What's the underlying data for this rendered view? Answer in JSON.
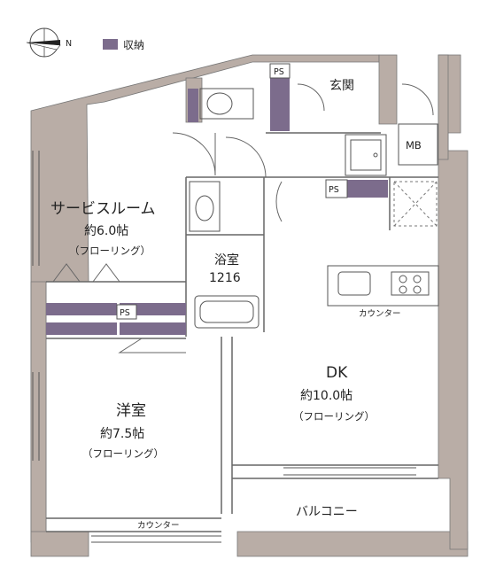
{
  "legend": {
    "storage_label": "収納",
    "storage_color": "#7c6c8c"
  },
  "compass": {
    "north_label": "N"
  },
  "colors": {
    "wall": "#b9ada6",
    "storage": "#7c6c8c",
    "line": "#555555"
  },
  "rooms": {
    "service_room": {
      "name": "サービスルーム",
      "area": "約6.0帖",
      "floor": "（フローリング）"
    },
    "western_room": {
      "name": "洋室",
      "area": "約7.5帖",
      "floor": "（フローリング）"
    },
    "dk": {
      "name": "DK",
      "area": "約10.0帖",
      "floor": "（フローリング）"
    },
    "bath": {
      "name": "浴室",
      "size": "1216"
    },
    "entrance": {
      "name": "玄関"
    },
    "balcony": {
      "name": "バルコニー"
    }
  },
  "labels": {
    "ps": "PS",
    "mb": "MB",
    "counter": "カウンター"
  }
}
